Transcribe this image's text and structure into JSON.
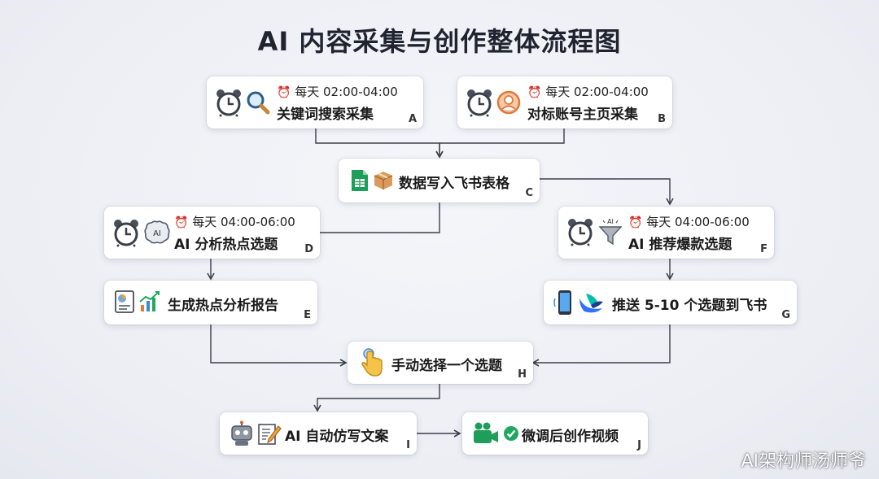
{
  "title": "AI 内容采集与创作整体流程图",
  "watermark": "AI架构师汤师爷",
  "nodes": {
    "A": {
      "letter": "A",
      "schedule": "每天 02:00-04:00",
      "label": "关键词搜索采集",
      "icons": [
        "alarm-clock-icon",
        "magnifier-icon"
      ]
    },
    "B": {
      "letter": "B",
      "schedule": "每天 02:00-04:00",
      "label": "对标账号主页采集",
      "icons": [
        "alarm-clock-icon",
        "user-avatar-icon"
      ]
    },
    "C": {
      "letter": "C",
      "label": "数据写入飞书表格",
      "icons": [
        "spreadsheet-icon",
        "package-icon"
      ]
    },
    "D": {
      "letter": "D",
      "schedule": "每天 04:00-06:00",
      "label": "AI 分析热点选题",
      "icons": [
        "alarm-clock-icon",
        "ai-brain-icon"
      ]
    },
    "E": {
      "letter": "E",
      "label": "生成热点分析报告",
      "icons": [
        "report-icon",
        "bar-chart-icon"
      ]
    },
    "F": {
      "letter": "F",
      "schedule": "每天 04:00-06:00",
      "label": "AI 推荐爆款选题",
      "icons": [
        "alarm-clock-icon",
        "ai-funnel-icon"
      ]
    },
    "G": {
      "letter": "G",
      "label": "推送 5-10 个选题到飞书",
      "icons": [
        "phone-icon",
        "feishu-logo-icon"
      ]
    },
    "H": {
      "letter": "H",
      "label": "手动选择一个选题",
      "icons": [
        "pointing-hand-icon"
      ]
    },
    "I": {
      "letter": "I",
      "label": "AI 自动仿写文案",
      "icons": [
        "robot-icon",
        "writing-icon"
      ]
    },
    "J": {
      "letter": "J",
      "label": "微调后创作视频",
      "icons": [
        "video-camera-icon",
        "check-icon"
      ]
    }
  },
  "edges": [
    [
      "A",
      "C"
    ],
    [
      "B",
      "C"
    ],
    [
      "C",
      "D"
    ],
    [
      "C",
      "F"
    ],
    [
      "D",
      "E"
    ],
    [
      "F",
      "G"
    ],
    [
      "E",
      "H"
    ],
    [
      "G",
      "H"
    ],
    [
      "H",
      "I"
    ],
    [
      "I",
      "J"
    ]
  ],
  "colors": {
    "arrow": "#3a3f4a",
    "sheet_green": "#1e9e5a",
    "feishu_blue": "#3370ff",
    "feishu_teal": "#00c2a8",
    "check_green": "#20a860"
  }
}
